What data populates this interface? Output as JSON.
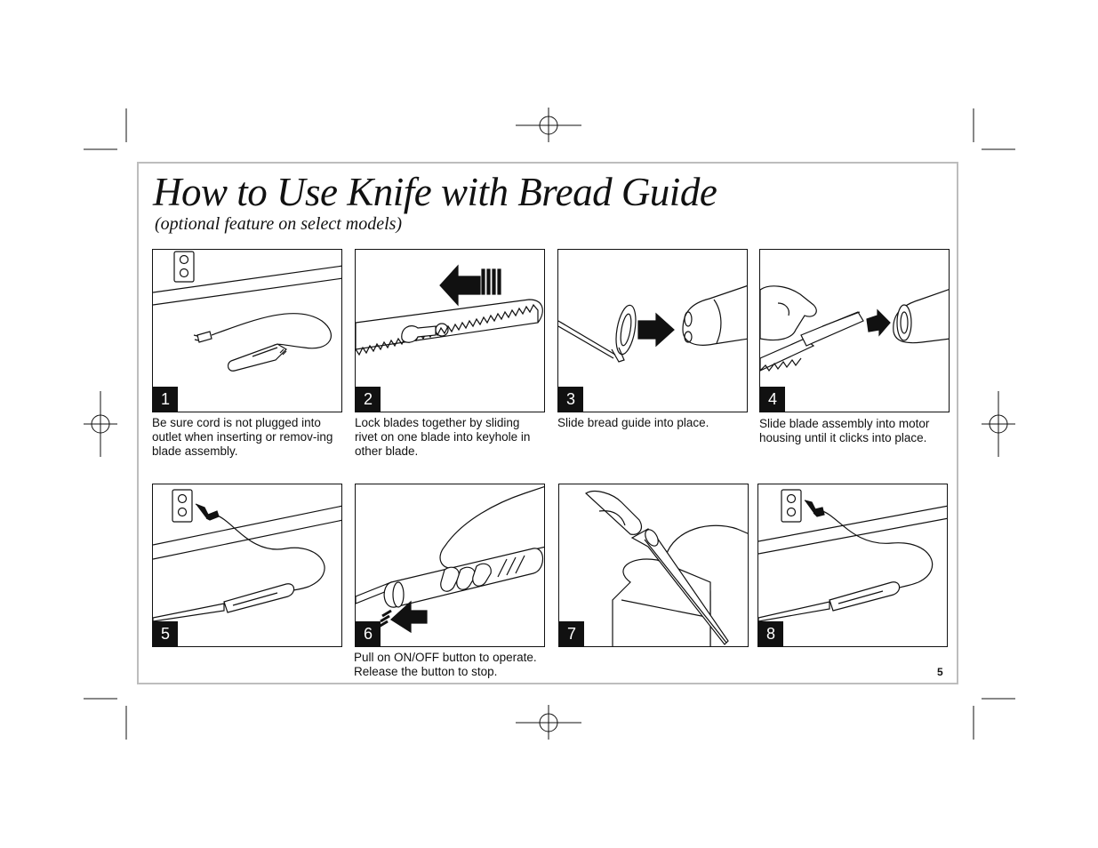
{
  "header": {
    "title": "How to Use Knife with Bread Guide",
    "subtitle": "(optional feature on select models)"
  },
  "steps": [
    {
      "number": "1",
      "caption": "Be sure cord is not plugged into outlet when inserting or remov-ing blade assembly."
    },
    {
      "number": "2",
      "caption": "Lock blades together by sliding rivet on one blade into keyhole in other blade."
    },
    {
      "number": "3",
      "caption": "Slide bread guide into place."
    },
    {
      "number": "4",
      "caption": "Slide blade assembly into motor housing until it clicks into place."
    },
    {
      "number": "5",
      "caption": ""
    },
    {
      "number": "6",
      "caption": "Pull on ON/OFF button to operate. Release the button to stop."
    },
    {
      "number": "7",
      "caption": ""
    },
    {
      "number": "8",
      "caption": ""
    }
  ],
  "footer": {
    "page_number": "5"
  }
}
